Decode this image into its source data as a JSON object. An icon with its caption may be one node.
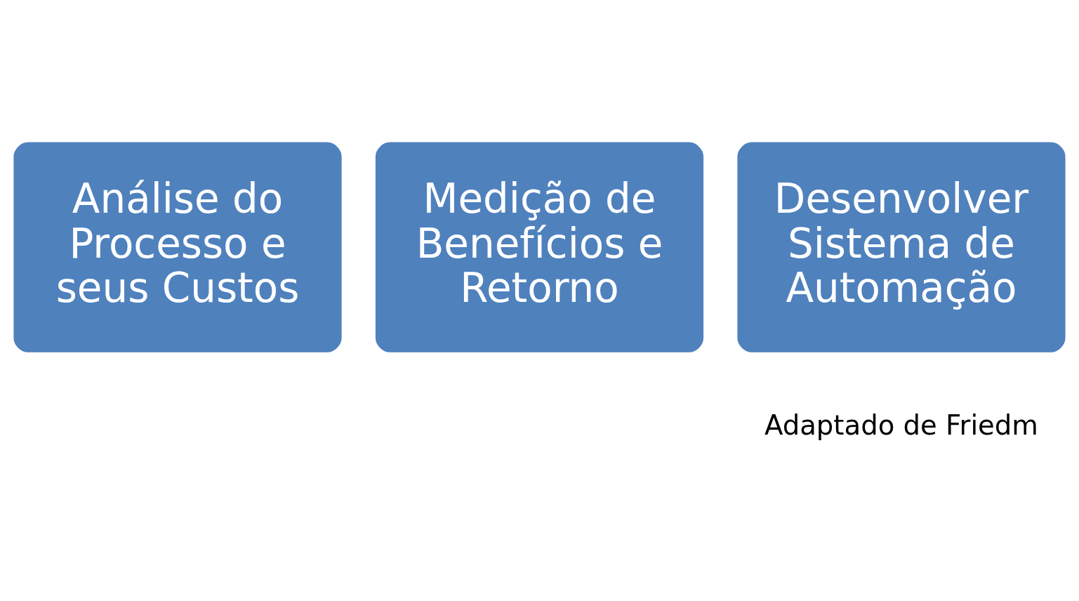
{
  "diagram": {
    "nodes": [
      {
        "text": [
          "Análise do Processo e seus Custos"
        ]
      },
      {
        "text": [
          "Medição de Benefícios e Retorno"
        ]
      },
      {
        "text": [
          "Desenvolver Sistema de Automação"
        ]
      }
    ],
    "labels": [
      "Adaptado de Friedm"
    ]
  }
}
